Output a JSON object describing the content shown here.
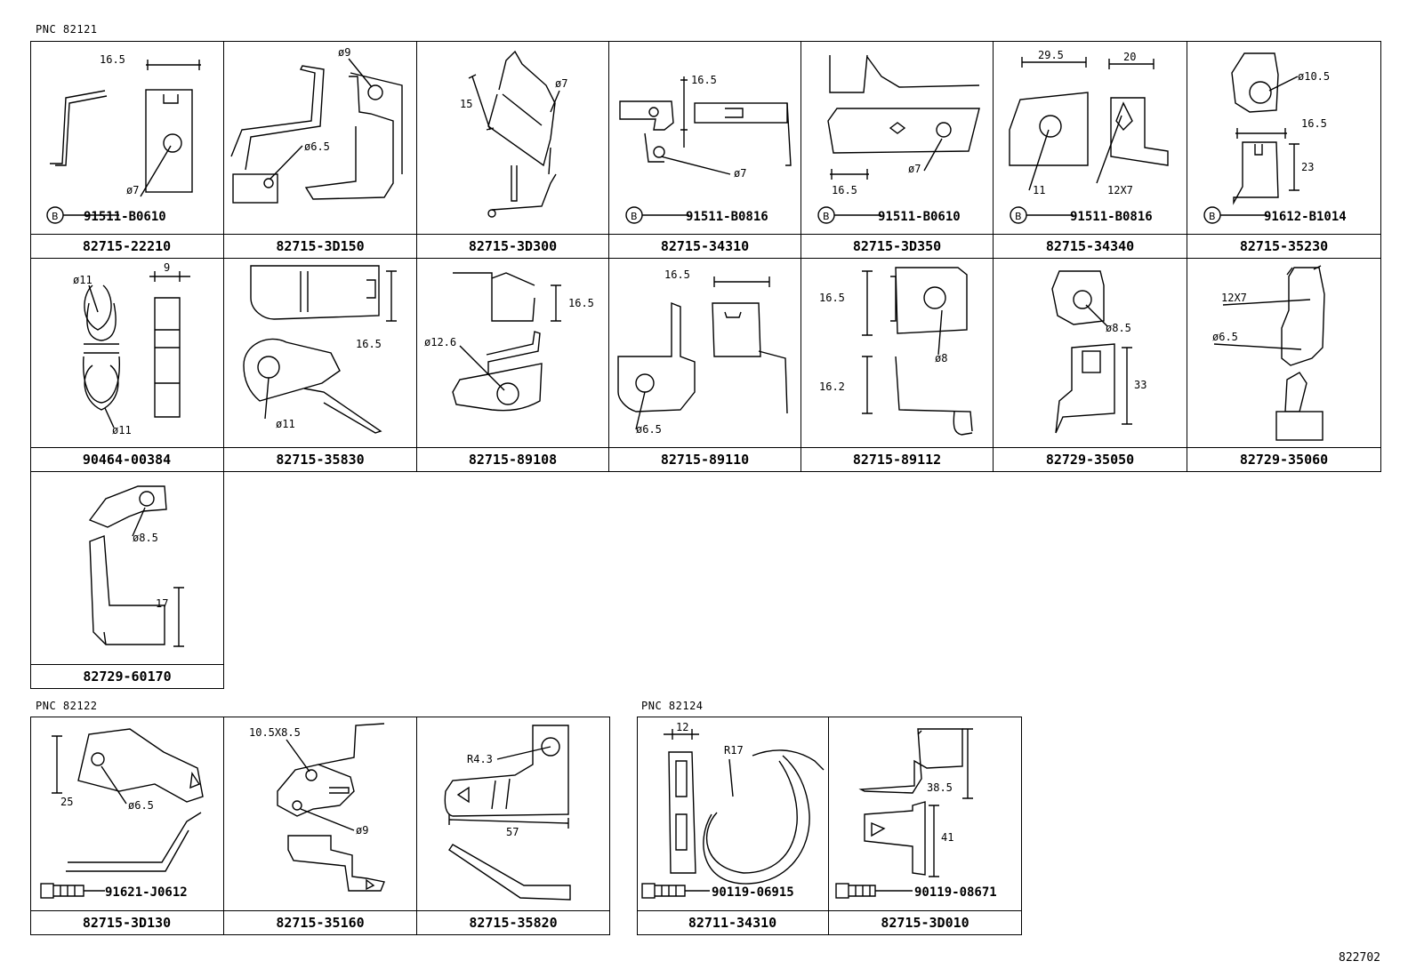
{
  "groups": [
    {
      "pnc": "PNC 82121",
      "parts": [
        {
          "part_no": "82715-22210",
          "ref": "91511-B0610",
          "dims": [
            "16.5",
            "ø7"
          ]
        },
        {
          "part_no": "82715-3D150",
          "ref": "",
          "dims": [
            "ø9",
            "ø6.5"
          ]
        },
        {
          "part_no": "82715-3D300",
          "ref": "",
          "dims": [
            "15",
            "ø7"
          ]
        },
        {
          "part_no": "82715-34310",
          "ref": "91511-B0816",
          "dims": [
            "16.5",
            "ø7"
          ]
        },
        {
          "part_no": "82715-3D350",
          "ref": "91511-B0610",
          "dims": [
            "16.5",
            "ø7"
          ]
        },
        {
          "part_no": "82715-34340",
          "ref": "91511-B0816",
          "dims": [
            "29.5",
            "20",
            "11",
            "12X7"
          ]
        },
        {
          "part_no": "82715-35230",
          "ref": "91612-B1014",
          "dims": [
            "ø10.5",
            "16.5",
            "23"
          ]
        },
        {
          "part_no": "90464-00384",
          "ref": "",
          "dims": [
            "ø11",
            "9",
            "ø11"
          ]
        },
        {
          "part_no": "82715-35830",
          "ref": "",
          "dims": [
            "16.5",
            "ø11"
          ]
        },
        {
          "part_no": "82715-89108",
          "ref": "",
          "dims": [
            "16.5",
            "ø12.6"
          ]
        },
        {
          "part_no": "82715-89110",
          "ref": "",
          "dims": [
            "16.5",
            "ø6.5"
          ]
        },
        {
          "part_no": "82715-89112",
          "ref": "",
          "dims": [
            "16.5",
            "16.2",
            "ø8"
          ]
        },
        {
          "part_no": "82729-35050",
          "ref": "",
          "dims": [
            "ø8.5",
            "33"
          ]
        },
        {
          "part_no": "82729-35060",
          "ref": "",
          "dims": [
            "12X7",
            "ø6.5"
          ]
        },
        {
          "part_no": "82729-60170",
          "ref": "",
          "dims": [
            "ø8.5",
            "17"
          ]
        }
      ]
    },
    {
      "pnc": "PNC 82122",
      "parts": [
        {
          "part_no": "82715-3D130",
          "ref": "91621-J0612",
          "dims": [
            "25",
            "ø6.5"
          ]
        },
        {
          "part_no": "82715-35160",
          "ref": "",
          "dims": [
            "10.5X8.5",
            "ø9"
          ]
        },
        {
          "part_no": "82715-35820",
          "ref": "",
          "dims": [
            "R4.3",
            "57"
          ]
        }
      ]
    },
    {
      "pnc": "PNC 82124",
      "parts": [
        {
          "part_no": "82711-34310",
          "ref": "90119-06915",
          "dims": [
            "12",
            "R17"
          ]
        },
        {
          "part_no": "82715-3D010",
          "ref": "90119-08671",
          "dims": [
            "38.5",
            "41"
          ]
        }
      ]
    }
  ],
  "b_symbol": "B",
  "footer_id": "822702"
}
